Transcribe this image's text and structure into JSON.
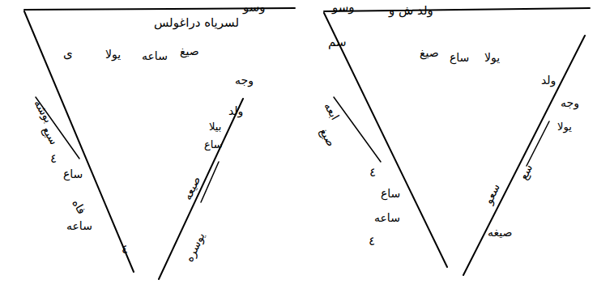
{
  "diagram": {
    "labels": [
      "وسو",
      "لسرياه دراغولس",
      "ى",
      "يولا",
      "ساعه",
      "صيغ",
      "بوشه",
      "سيع",
      "٤",
      "ساع",
      "فاه",
      "ساعه",
      "٤",
      "وجه",
      "ولد",
      "بيلا",
      "ساع",
      "صيعه",
      "يوسره",
      "وسو",
      "ولد ش و",
      "سم",
      "صيغ",
      "ساع",
      "يولا",
      "ابعه",
      "صيغ",
      "٤",
      "ساع",
      "ساعه",
      "٤",
      "ولد",
      "وجه",
      "يولا",
      "سع",
      "سعو",
      "صيغه"
    ]
  }
}
